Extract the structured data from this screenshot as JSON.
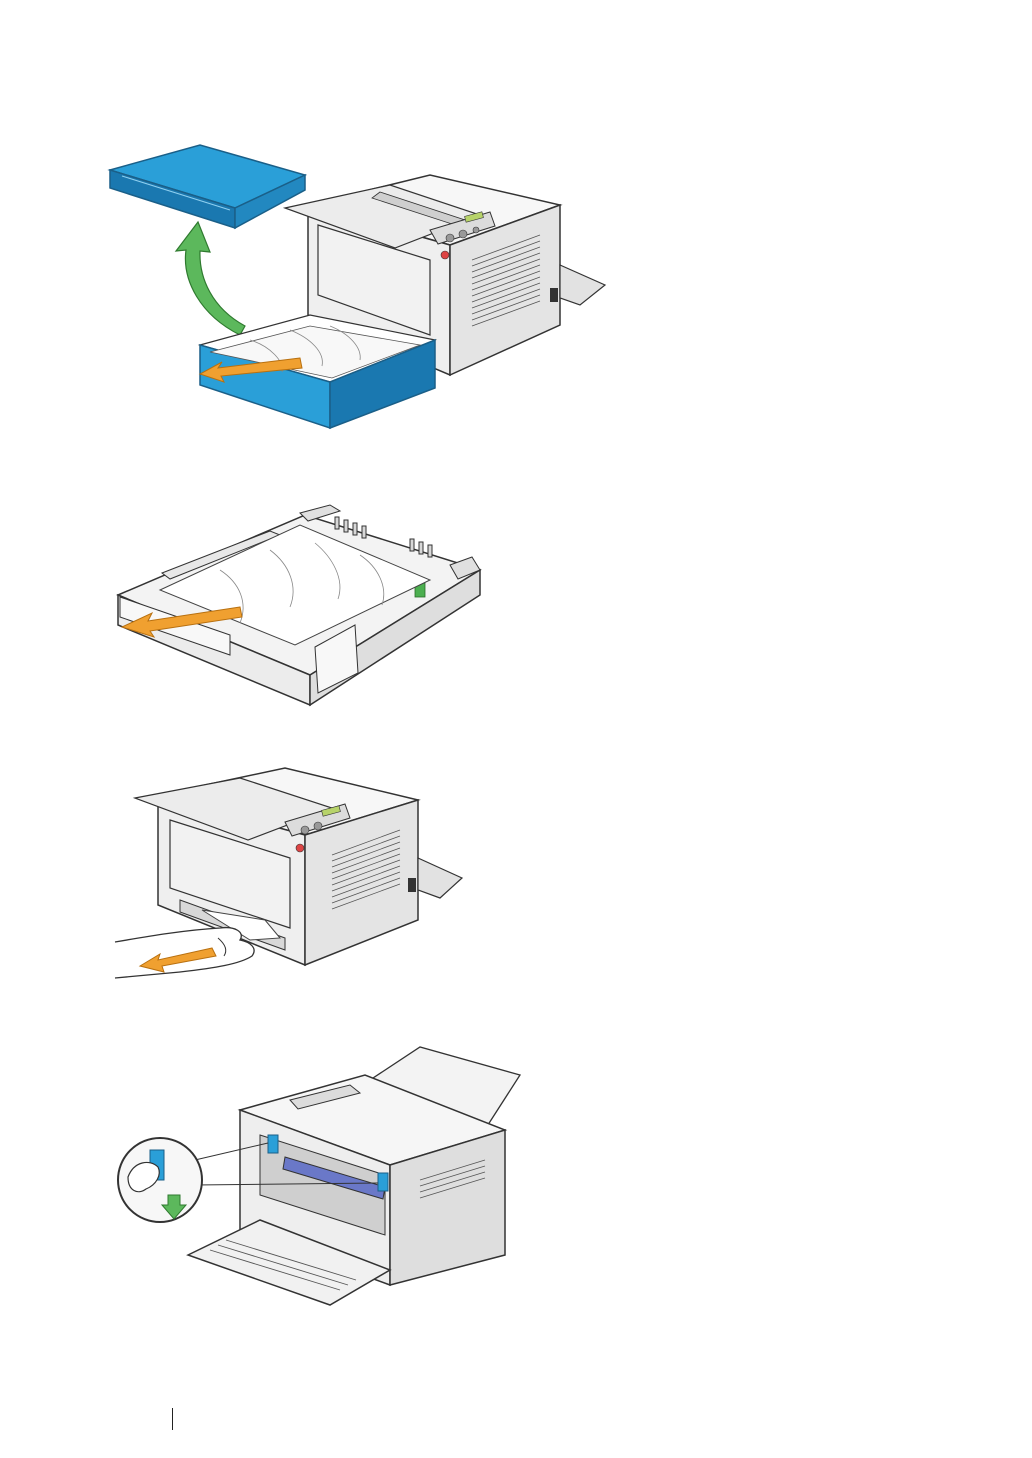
{
  "figures": [
    {
      "id": "remove-tray-cover",
      "icons": [
        "tray-cover-blue",
        "curved-lift-arrow-green",
        "pull-arrow-orange",
        "printer",
        "paper-tray-blue"
      ]
    },
    {
      "id": "remove-jammed-paper-from-tray",
      "icons": [
        "paper-tray",
        "jammed-paper",
        "pull-arrow-orange"
      ]
    },
    {
      "id": "pull-paper-from-printer-slot",
      "icons": [
        "printer",
        "hand",
        "pull-arrow-orange"
      ]
    },
    {
      "id": "release-rear-levers",
      "icons": [
        "printer-rear-open",
        "lever-blue",
        "magnifier-callout",
        "push-down-arrow-green"
      ]
    }
  ],
  "colors": {
    "tray_blue": "#2a9fd8",
    "tray_blue_dark": "#1a78b0",
    "arrow_green": "#5cb85c",
    "arrow_orange": "#f0a030",
    "line": "#333333",
    "body_fill": "#f4f4f4",
    "panel_fill": "#e6e6e6",
    "roller_blue": "#6a78c8"
  }
}
